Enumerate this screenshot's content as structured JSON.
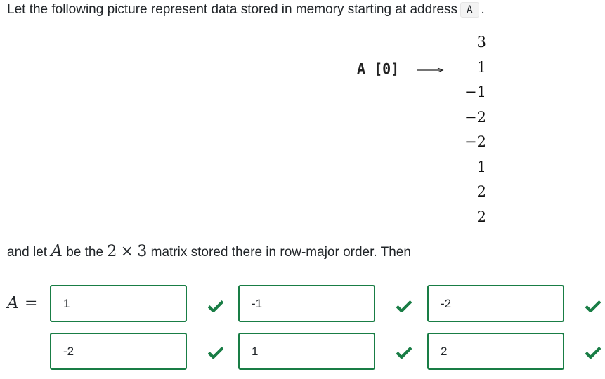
{
  "intro": {
    "text": "Let the following picture represent data stored in memory starting at address",
    "address_code": "A",
    "end": "."
  },
  "memory": {
    "pointer_label": "A [0]",
    "values": [
      "3",
      "1",
      "−1",
      "−2",
      "−2",
      "1",
      "2",
      "2"
    ],
    "pointer_index": 1
  },
  "sentence": {
    "before": "and let",
    "var": "A",
    "middle": "be the",
    "rows": "2",
    "times": "×",
    "cols": "3",
    "after": "matrix stored there in row-major order. Then"
  },
  "matrix": {
    "lhs_var": "A",
    "equals": "=",
    "answers": [
      [
        "1",
        "-1",
        "-2"
      ],
      [
        "-2",
        "1",
        "2"
      ]
    ],
    "status": "correct",
    "accent_color": "#197d45"
  }
}
